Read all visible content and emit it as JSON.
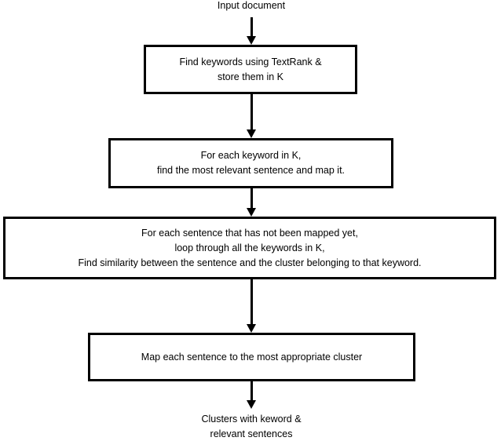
{
  "diagram": {
    "title_label": "Input document",
    "output_label": "Clusters with keword &\nrelevant sentences",
    "accent_color": "#000000",
    "background_color": "#ffffff",
    "steps": [
      {
        "id": "step-find-keywords",
        "text": "Find keywords using TextRank &\nstore them in K"
      },
      {
        "id": "step-map-keyword-sentence",
        "text": "For each keyword in K,\nfind the most relevant sentence and map it."
      },
      {
        "id": "step-similarity",
        "text": "For each sentence that has not been mapped yet,\nloop through all the keywords in K,\nFind similarity between the sentence and the cluster belonging to that keyword."
      },
      {
        "id": "step-map-cluster",
        "text": "Map each sentence to the most appropriate cluster"
      }
    ],
    "connectors": [
      {
        "id": "arrow-input-to-step1"
      },
      {
        "id": "arrow-step1-to-step2"
      },
      {
        "id": "arrow-step2-to-step3"
      },
      {
        "id": "arrow-step3-to-step4"
      },
      {
        "id": "arrow-step4-to-output"
      }
    ]
  }
}
